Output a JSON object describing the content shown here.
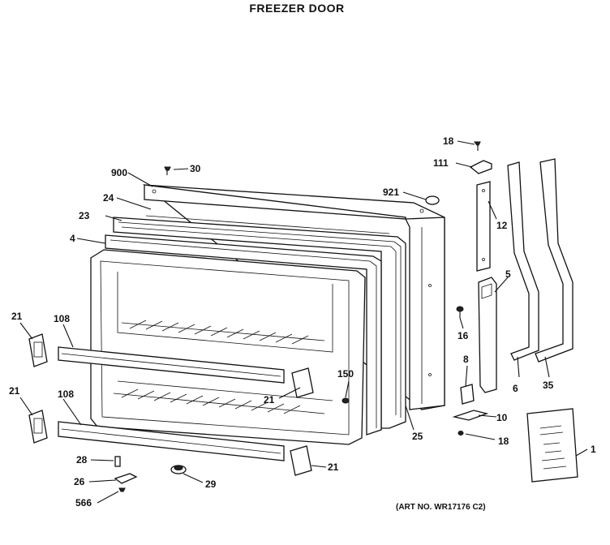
{
  "title": "FREEZER DOOR",
  "art_number": "(ART NO. WR17176 C2)",
  "labels": {
    "p18_top": "18",
    "p111": "111",
    "p900": "900",
    "p30": "30",
    "p921": "921",
    "p24": "24",
    "p23": "23",
    "p12": "12",
    "p4": "4",
    "p5": "5",
    "p21_left_top": "21",
    "p108_top": "108",
    "p16": "16",
    "p8": "8",
    "p150": "150",
    "p6": "6",
    "p35": "35",
    "p21_mid": "21",
    "p21_left_bottom": "21",
    "p108_bottom": "108",
    "p10": "10",
    "p25": "25",
    "p18_bottom": "18",
    "p1": "1",
    "p28": "28",
    "p21_bottom": "21",
    "p26": "26",
    "p29": "29",
    "p566": "566"
  }
}
